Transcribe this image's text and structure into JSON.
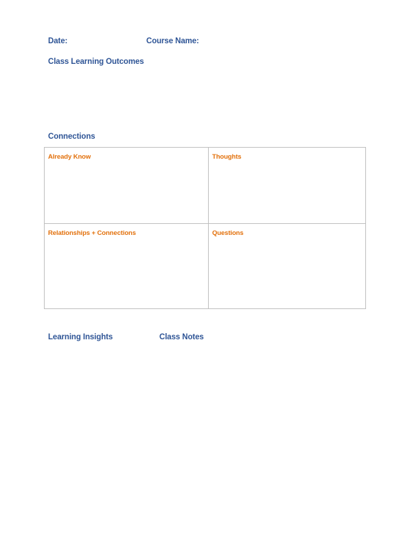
{
  "document": {
    "title": "Class Learning Outcomes Worksheet",
    "accent_blue": "#2f5596",
    "accent_orange": "#e2700b",
    "border_color": "#bfbfbf",
    "page_background": "#ffffff"
  },
  "header": {
    "date_label": "Date:",
    "course_label": "Course Name:",
    "outcomes_label": "Class Learning Outcomes"
  },
  "connections": {
    "section_title": "Connections",
    "quadrants": [
      {
        "label": "Already Know",
        "value": ""
      },
      {
        "label": "Thoughts",
        "value": ""
      },
      {
        "label": "Relationships + Connections",
        "value": ""
      },
      {
        "label": "Questions",
        "value": ""
      }
    ]
  },
  "footer": {
    "insights_label": "Learning Insights",
    "notes_label": "Class Notes"
  }
}
